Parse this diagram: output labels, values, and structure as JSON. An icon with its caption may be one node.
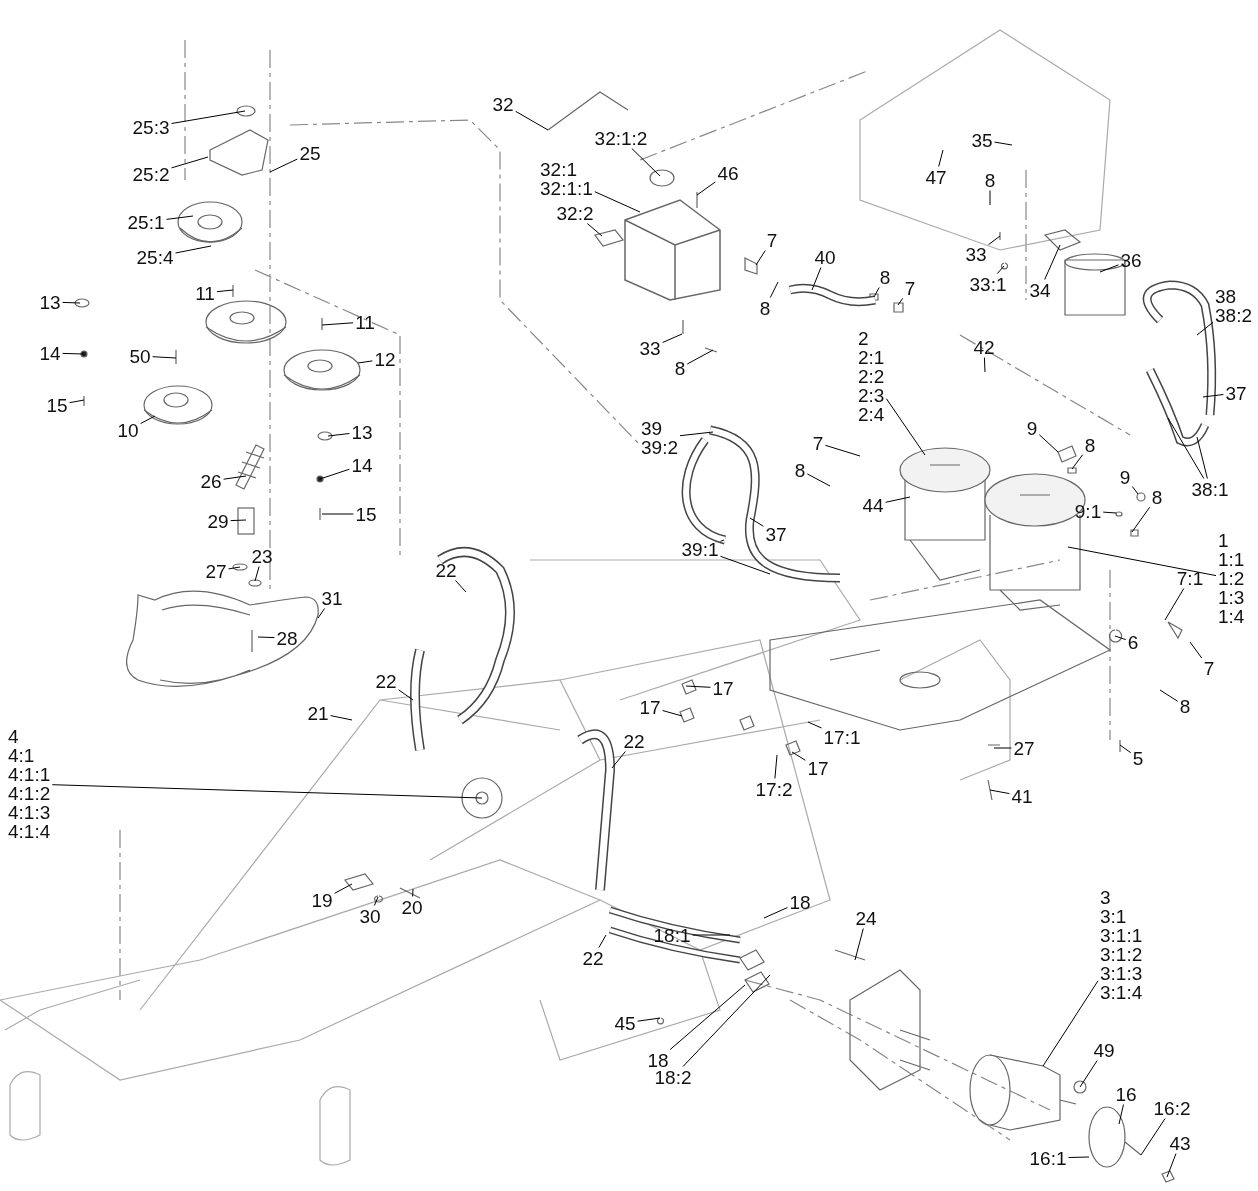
{
  "diagram": {
    "nodes": [
      {
        "text": [
          "25:3"
        ]
      },
      {
        "text": [
          "25:2"
        ]
      },
      {
        "text": [
          "25"
        ]
      },
      {
        "text": [
          "25:1"
        ]
      },
      {
        "text": [
          "25:4"
        ]
      },
      {
        "text": [
          "13"
        ]
      },
      {
        "text": [
          "14"
        ]
      },
      {
        "text": [
          "15"
        ]
      },
      {
        "text": [
          "50"
        ]
      },
      {
        "text": [
          "10"
        ]
      },
      {
        "text": [
          "11"
        ]
      },
      {
        "text": [
          "11"
        ]
      },
      {
        "text": [
          "12"
        ]
      },
      {
        "text": [
          "13"
        ]
      },
      {
        "text": [
          "14"
        ]
      },
      {
        "text": [
          "15"
        ]
      },
      {
        "text": [
          "26"
        ]
      },
      {
        "text": [
          "29"
        ]
      },
      {
        "text": [
          "27"
        ]
      },
      {
        "text": [
          "23"
        ]
      },
      {
        "text": [
          "31"
        ]
      },
      {
        "text": [
          "28"
        ]
      },
      {
        "text": [
          "32"
        ]
      },
      {
        "text": [
          "32:1:2"
        ]
      },
      {
        "text": [
          "32:1",
          "32:1:1"
        ]
      },
      {
        "text": [
          "32:2"
        ]
      },
      {
        "text": [
          "46"
        ]
      },
      {
        "text": [
          "7"
        ]
      },
      {
        "text": [
          "8"
        ]
      },
      {
        "text": [
          "40"
        ]
      },
      {
        "text": [
          "8"
        ]
      },
      {
        "text": [
          "7"
        ]
      },
      {
        "text": [
          "33"
        ]
      },
      {
        "text": [
          "8"
        ]
      },
      {
        "text": [
          "47"
        ]
      },
      {
        "text": [
          "35"
        ]
      },
      {
        "text": [
          "8"
        ]
      },
      {
        "text": [
          "33"
        ]
      },
      {
        "text": [
          "33:1"
        ]
      },
      {
        "text": [
          "34"
        ]
      },
      {
        "text": [
          "36"
        ]
      },
      {
        "text": [
          "38",
          "38:2"
        ]
      },
      {
        "text": [
          "37"
        ]
      },
      {
        "text": [
          "38:1"
        ]
      },
      {
        "text": [
          "39",
          "39:2"
        ]
      },
      {
        "text": [
          "39:1"
        ]
      },
      {
        "text": [
          "37"
        ]
      },
      {
        "text": [
          "7"
        ]
      },
      {
        "text": [
          "8"
        ]
      },
      {
        "text": [
          "2",
          "2:1",
          "2:2",
          "2:3",
          "2:4"
        ]
      },
      {
        "text": [
          "44"
        ]
      },
      {
        "text": [
          "42"
        ]
      },
      {
        "text": [
          "9"
        ]
      },
      {
        "text": [
          "8"
        ]
      },
      {
        "text": [
          "9"
        ]
      },
      {
        "text": [
          "9:1"
        ]
      },
      {
        "text": [
          "8"
        ]
      },
      {
        "text": [
          "1",
          "1:1",
          "1:2",
          "1:3",
          "1:4"
        ]
      },
      {
        "text": [
          "7:1"
        ]
      },
      {
        "text": [
          "6"
        ]
      },
      {
        "text": [
          "7"
        ]
      },
      {
        "text": [
          "8"
        ]
      },
      {
        "text": [
          "17"
        ]
      },
      {
        "text": [
          "17"
        ]
      },
      {
        "text": [
          "17"
        ]
      },
      {
        "text": [
          "17:1"
        ]
      },
      {
        "text": [
          "17:2"
        ]
      },
      {
        "text": [
          "27"
        ]
      },
      {
        "text": [
          "5"
        ]
      },
      {
        "text": [
          "41"
        ]
      },
      {
        "text": [
          "22"
        ]
      },
      {
        "text": [
          "22"
        ]
      },
      {
        "text": [
          "22"
        ]
      },
      {
        "text": [
          "21"
        ]
      },
      {
        "text": [
          "4",
          "4:1",
          "4:1:1",
          "4:1:2",
          "4:1:3",
          "4:1:4"
        ]
      },
      {
        "text": [
          "19"
        ]
      },
      {
        "text": [
          "30"
        ]
      },
      {
        "text": [
          "20"
        ]
      },
      {
        "text": [
          "22"
        ]
      },
      {
        "text": [
          "24"
        ]
      },
      {
        "text": [
          "18"
        ]
      },
      {
        "text": [
          "18:1"
        ]
      },
      {
        "text": [
          "45"
        ]
      },
      {
        "text": [
          "18"
        ]
      },
      {
        "text": [
          "18:2"
        ]
      },
      {
        "text": [
          "3",
          "3:1",
          "3:1:1",
          "3:1:2",
          "3:1:3",
          "3:1:4"
        ]
      },
      {
        "text": [
          "49"
        ]
      },
      {
        "text": [
          "16"
        ]
      },
      {
        "text": [
          "16:2"
        ]
      },
      {
        "text": [
          "16:1"
        ]
      },
      {
        "text": [
          "43"
        ]
      }
    ],
    "edges": [
      {
        "from": 0,
        "to": null,
        "arrow": "none"
      },
      {
        "from": 1,
        "to": null,
        "arrow": "none"
      },
      {
        "from": 2,
        "to": null,
        "arrow": "none"
      },
      {
        "from": 3,
        "to": null,
        "arrow": "none"
      },
      {
        "from": 4,
        "to": null,
        "arrow": "none"
      },
      {
        "from": 5,
        "to": null,
        "arrow": "none"
      },
      {
        "from": 6,
        "to": null,
        "arrow": "none"
      },
      {
        "from": 7,
        "to": null,
        "arrow": "none"
      },
      {
        "from": 8,
        "to": null,
        "arrow": "none"
      },
      {
        "from": 9,
        "to": null,
        "arrow": "none"
      },
      {
        "from": 10,
        "to": null,
        "arrow": "none"
      },
      {
        "from": 11,
        "to": null,
        "arrow": "none"
      },
      {
        "from": 12,
        "to": null,
        "arrow": "none"
      },
      {
        "from": 13,
        "to": null,
        "arrow": "none"
      },
      {
        "from": 14,
        "to": null,
        "arrow": "none"
      },
      {
        "from": 15,
        "to": null,
        "arrow": "none"
      },
      {
        "from": 16,
        "to": null,
        "arrow": "none"
      },
      {
        "from": 17,
        "to": null,
        "arrow": "none"
      },
      {
        "from": 18,
        "to": null,
        "arrow": "none"
      },
      {
        "from": 19,
        "to": null,
        "arrow": "none"
      },
      {
        "from": 20,
        "to": null,
        "arrow": "none"
      },
      {
        "from": 21,
        "to": null,
        "arrow": "none"
      },
      {
        "from": 22,
        "to": null,
        "arrow": "none"
      },
      {
        "from": 23,
        "to": null,
        "arrow": "none"
      },
      {
        "from": 24,
        "to": null,
        "arrow": "none"
      },
      {
        "from": 25,
        "to": null,
        "arrow": "none"
      },
      {
        "from": 26,
        "to": null,
        "arrow": "none"
      },
      {
        "from": 27,
        "to": null,
        "arrow": "none"
      },
      {
        "from": 28,
        "to": null,
        "arrow": "none"
      },
      {
        "from": 29,
        "to": null,
        "arrow": "none"
      },
      {
        "from": 30,
        "to": null,
        "arrow": "none"
      },
      {
        "from": 31,
        "to": null,
        "arrow": "none"
      },
      {
        "from": 32,
        "to": null,
        "arrow": "none"
      },
      {
        "from": 33,
        "to": null,
        "arrow": "none"
      },
      {
        "from": 34,
        "to": null,
        "arrow": "none"
      },
      {
        "from": 35,
        "to": null,
        "arrow": "none"
      },
      {
        "from": 36,
        "to": null,
        "arrow": "none"
      },
      {
        "from": 37,
        "to": null,
        "arrow": "none"
      },
      {
        "from": 38,
        "to": null,
        "arrow": "none"
      },
      {
        "from": 39,
        "to": null,
        "arrow": "none"
      },
      {
        "from": 40,
        "to": null,
        "arrow": "none"
      },
      {
        "from": 41,
        "to": null,
        "arrow": "none"
      },
      {
        "from": 42,
        "to": null,
        "arrow": "none"
      },
      {
        "from": 43,
        "to": null,
        "arrow": "none"
      },
      {
        "from": 43,
        "to": null,
        "arrow": "none"
      },
      {
        "from": 44,
        "to": null,
        "arrow": "none"
      },
      {
        "from": 45,
        "to": null,
        "arrow": "none"
      },
      {
        "from": 45,
        "to": null,
        "arrow": "none"
      },
      {
        "from": 46,
        "to": null,
        "arrow": "none"
      },
      {
        "from": 47,
        "to": null,
        "arrow": "none"
      },
      {
        "from": 48,
        "to": null,
        "arrow": "none"
      },
      {
        "from": 49,
        "to": null,
        "arrow": "none"
      },
      {
        "from": 50,
        "to": null,
        "arrow": "none"
      },
      {
        "from": 51,
        "to": null,
        "arrow": "none"
      },
      {
        "from": 52,
        "to": null,
        "arrow": "none"
      },
      {
        "from": 53,
        "to": null,
        "arrow": "none"
      },
      {
        "from": 54,
        "to": null,
        "arrow": "none"
      },
      {
        "from": 55,
        "to": null,
        "arrow": "none"
      },
      {
        "from": 56,
        "to": null,
        "arrow": "none"
      },
      {
        "from": 57,
        "to": null,
        "arrow": "none"
      },
      {
        "from": 58,
        "to": null,
        "arrow": "none"
      },
      {
        "from": 59,
        "to": null,
        "arrow": "none"
      },
      {
        "from": 60,
        "to": null,
        "arrow": "none"
      },
      {
        "from": 61,
        "to": null,
        "arrow": "none"
      },
      {
        "from": 62,
        "to": null,
        "arrow": "none"
      },
      {
        "from": 63,
        "to": null,
        "arrow": "none"
      },
      {
        "from": 64,
        "to": null,
        "arrow": "none"
      },
      {
        "from": 65,
        "to": null,
        "arrow": "none"
      },
      {
        "from": 66,
        "to": null,
        "arrow": "none"
      },
      {
        "from": 67,
        "to": null,
        "arrow": "none"
      },
      {
        "from": 68,
        "to": null,
        "arrow": "none"
      },
      {
        "from": 69,
        "to": null,
        "arrow": "none"
      },
      {
        "from": 70,
        "to": null,
        "arrow": "none"
      },
      {
        "from": 71,
        "to": null,
        "arrow": "none"
      },
      {
        "from": 72,
        "to": null,
        "arrow": "none"
      },
      {
        "from": 73,
        "to": null,
        "arrow": "none"
      },
      {
        "from": 74,
        "to": null,
        "arrow": "none"
      },
      {
        "from": 75,
        "to": null,
        "arrow": "none"
      },
      {
        "from": 76,
        "to": null,
        "arrow": "none"
      },
      {
        "from": 77,
        "to": null,
        "arrow": "none"
      },
      {
        "from": 78,
        "to": null,
        "arrow": "none"
      },
      {
        "from": 79,
        "to": null,
        "arrow": "none"
      },
      {
        "from": 80,
        "to": null,
        "arrow": "none"
      },
      {
        "from": 81,
        "to": null,
        "arrow": "none"
      },
      {
        "from": 82,
        "to": null,
        "arrow": "none"
      },
      {
        "from": 83,
        "to": null,
        "arrow": "none"
      },
      {
        "from": 84,
        "to": null,
        "arrow": "none"
      },
      {
        "from": 85,
        "to": null,
        "arrow": "none"
      },
      {
        "from": 86,
        "to": null,
        "arrow": "none"
      },
      {
        "from": 87,
        "to": null,
        "arrow": "none"
      },
      {
        "from": 88,
        "to": null,
        "arrow": "none"
      },
      {
        "from": 89,
        "to": null,
        "arrow": "none"
      },
      {
        "from": 90,
        "to": null,
        "arrow": "none"
      }
    ]
  }
}
